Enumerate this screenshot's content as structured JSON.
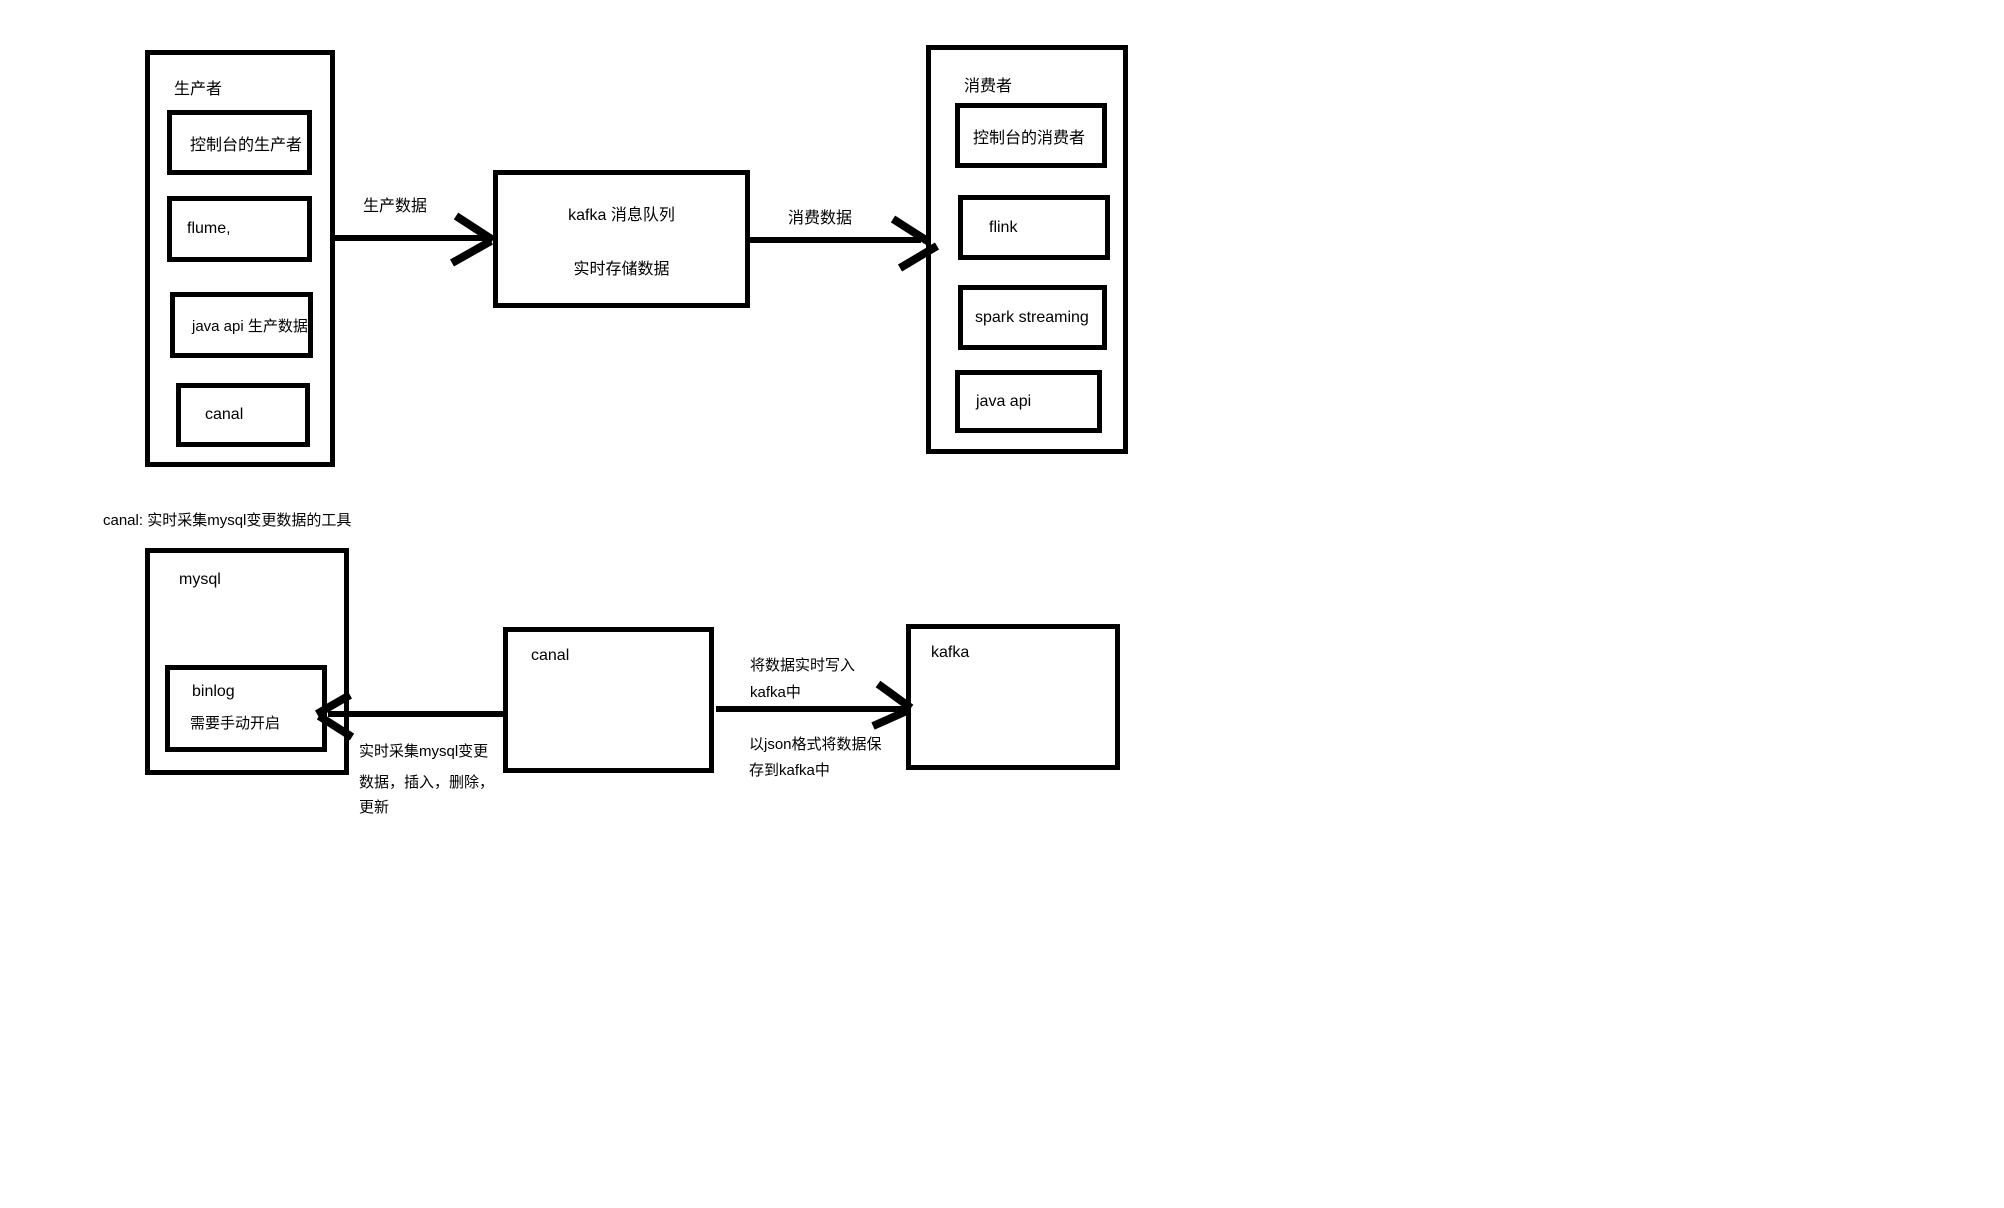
{
  "colors": {
    "stroke": "#000000",
    "text": "#000000",
    "background": "#ffffff"
  },
  "top_diagram": {
    "producer": {
      "title": "生产者",
      "items": [
        "控制台的生产者",
        "flume,",
        "java api 生产数据",
        "canal"
      ]
    },
    "kafka_queue": {
      "line1": "kafka 消息队列",
      "line2": "实时存储数据"
    },
    "consumer": {
      "title": "消费者",
      "items": [
        "控制台的消费者",
        "flink",
        "spark streaming",
        "java api"
      ]
    },
    "produce_arrow_label": "生产数据",
    "consume_arrow_label": "消费数据"
  },
  "note": "canal: 实时采集mysql变更数据的工具",
  "bottom_diagram": {
    "mysql": {
      "title": "mysql",
      "binlog_line1": "binlog",
      "binlog_line2": "需要手动开启"
    },
    "canal": {
      "title": "canal"
    },
    "kafka": {
      "title": "kafka"
    },
    "write_label_line1": "将数据实时写入",
    "write_label_line2": "kafka中",
    "json_label_line1": "以json格式将数据保",
    "json_label_line2": "存到kafka中",
    "collect_label_line1": "实时采集mysql变更",
    "collect_label_line2": "数据，插入，删除，",
    "collect_label_line3": "更新"
  }
}
